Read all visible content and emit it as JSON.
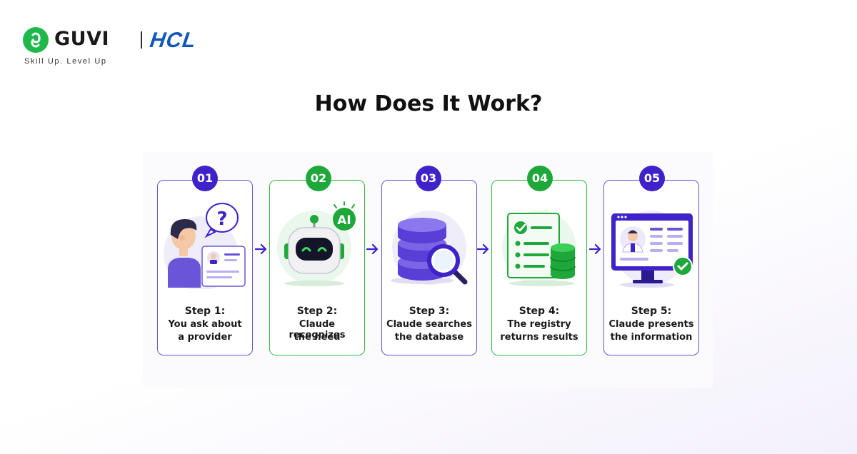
{
  "brand": {
    "name": "GUVI",
    "partner": "HCL",
    "tagline": "Skill Up. Level Up"
  },
  "title": "How Does It Work?",
  "colors": {
    "purple": "#3f22c8",
    "green": "#1fa83a",
    "accent_purple": "#6a55d8"
  },
  "steps": [
    {
      "number": "01",
      "title": "Step 1:",
      "line1": "You ask about",
      "line2": "a provider",
      "color": "purple"
    },
    {
      "number": "02",
      "title": "Step 2:",
      "line1": "Claude recognizes",
      "line2": "the need",
      "color": "green",
      "badge_text": "AI"
    },
    {
      "number": "03",
      "title": "Step 3:",
      "line1": "Claude searches",
      "line2": "the database",
      "color": "purple"
    },
    {
      "number": "04",
      "title": "Step 4:",
      "line1": "The registry",
      "line2": "returns results",
      "color": "green"
    },
    {
      "number": "05",
      "title": "Step 5:",
      "line1": "Claude presents",
      "line2": "the information",
      "color": "purple"
    }
  ]
}
